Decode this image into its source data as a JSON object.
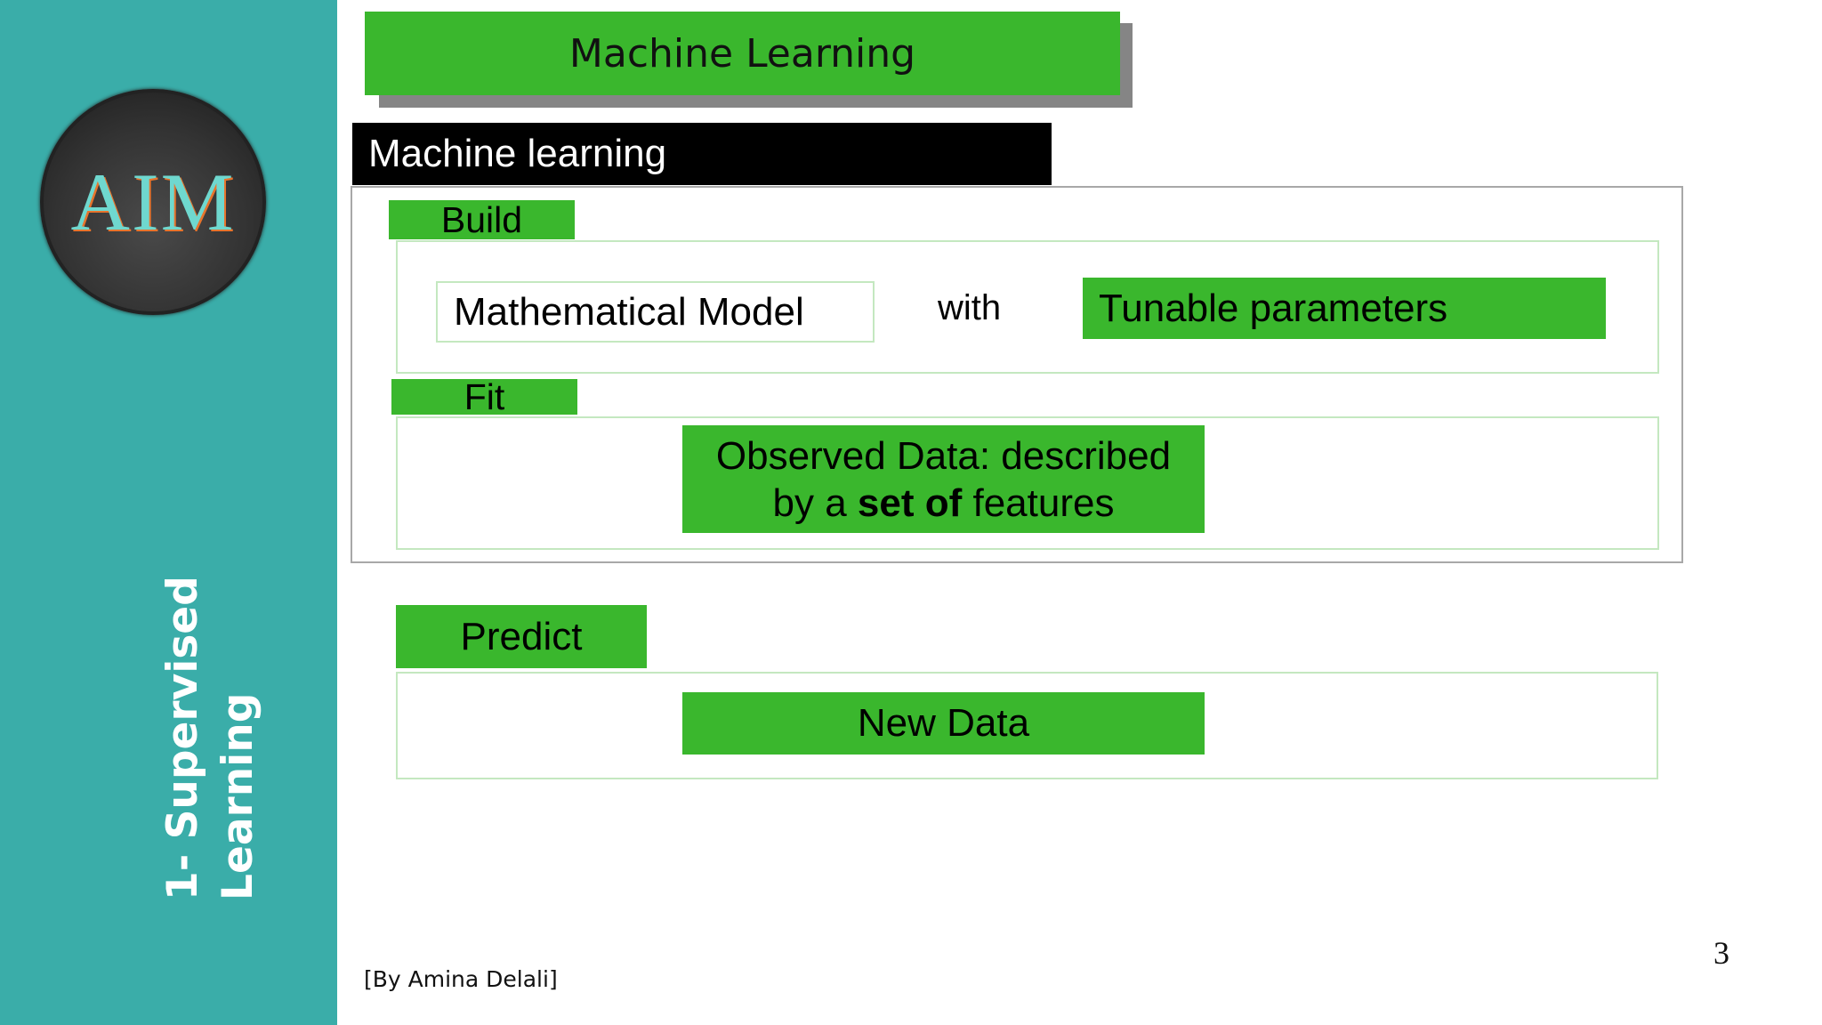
{
  "sidebar": {
    "logo_text": "AIM",
    "section_title_line1": "1- Supervised",
    "section_title_line2": "Learning",
    "color": "#3aada9"
  },
  "slide": {
    "title": "Machine Learning",
    "subtitle": "Machine learning",
    "build": {
      "label": "Build",
      "model": "Mathematical Model",
      "connector": "with",
      "params": "Tunable parameters"
    },
    "fit": {
      "label": "Fit",
      "data_part1": "Observed Data: described",
      "data_part2": "by a ",
      "data_bold": "set of",
      "data_part3": " features"
    },
    "predict": {
      "label": "Predict",
      "data": "New Data"
    },
    "footer": "[By Amina Delali]",
    "page_number": "3",
    "accent_color": "#3ab72d"
  }
}
